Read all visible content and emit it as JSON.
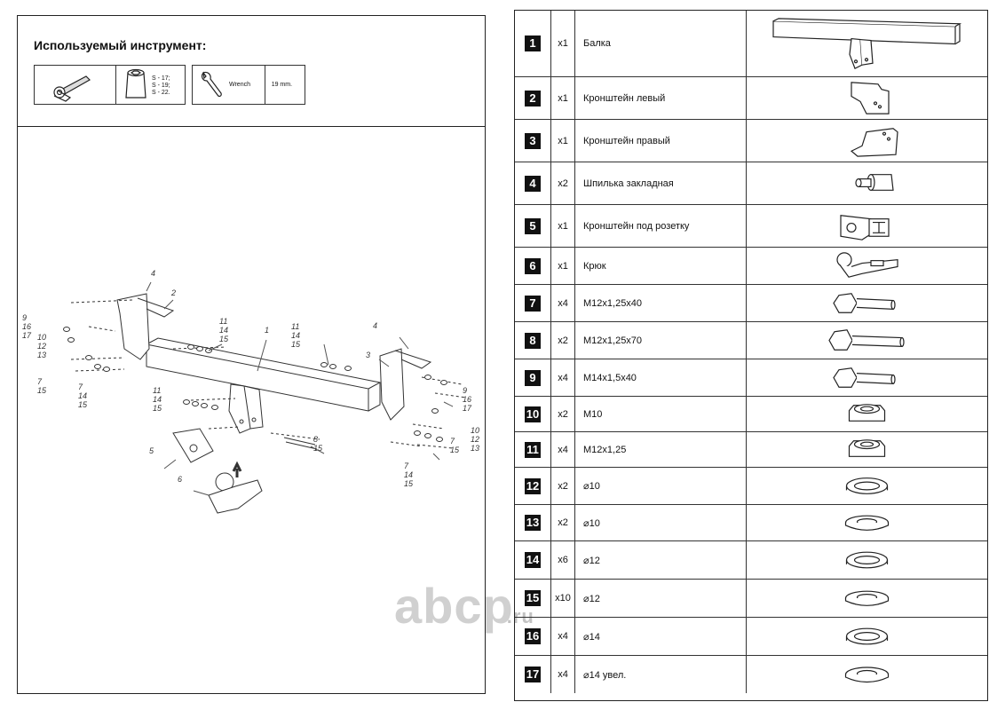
{
  "tools": {
    "title": "Используемый инструмент:",
    "socket_sizes": "S - 17;\nS - 19;\nS - 22.",
    "wrench_label": "Wrench",
    "wrench_size": "19 mm."
  },
  "diagram": {
    "callouts": [
      "4",
      "2",
      "9",
      "16",
      "17",
      "10",
      "12",
      "13",
      "7",
      "15",
      "7",
      "14",
      "15",
      "11",
      "14",
      "15",
      "1",
      "11",
      "14",
      "15",
      "4",
      "3",
      "9",
      "16",
      "17",
      "10",
      "12",
      "13",
      "7",
      "15",
      "7",
      "14",
      "15",
      "11",
      "14",
      "15",
      "8",
      "15",
      "5",
      "6"
    ]
  },
  "watermark": {
    "main": "abcp",
    "suffix": ".ru"
  },
  "parts": [
    {
      "num": "1",
      "qty": "x1",
      "name": "Балка",
      "icon": "beam-icon"
    },
    {
      "num": "2",
      "qty": "x1",
      "name": "Кронштейн левый",
      "icon": "bracket-left-icon"
    },
    {
      "num": "3",
      "qty": "x1",
      "name": "Кронштейн правый",
      "icon": "bracket-right-icon"
    },
    {
      "num": "4",
      "qty": "x2",
      "name": "Шпилька закладная",
      "icon": "stud-icon"
    },
    {
      "num": "5",
      "qty": "x1",
      "name": "Кронштейн под розетку",
      "icon": "socket-bracket-icon"
    },
    {
      "num": "6",
      "qty": "x1",
      "name": "Крюк",
      "icon": "hook-icon"
    },
    {
      "num": "7",
      "qty": "x4",
      "name": "M12x1,25x40",
      "icon": "bolt-icon"
    },
    {
      "num": "8",
      "qty": "x2",
      "name": "M12x1,25x70",
      "icon": "bolt-long-icon"
    },
    {
      "num": "9",
      "qty": "x4",
      "name": "M14x1,5x40",
      "icon": "bolt-icon"
    },
    {
      "num": "10",
      "qty": "x2",
      "name": "M10",
      "icon": "nut-icon"
    },
    {
      "num": "11",
      "qty": "x4",
      "name": "M12x1,25",
      "icon": "nut-icon"
    },
    {
      "num": "12",
      "qty": "x2",
      "name": "⌀10",
      "icon": "spring-washer-icon"
    },
    {
      "num": "13",
      "qty": "x2",
      "name": "⌀10",
      "icon": "flat-washer-icon"
    },
    {
      "num": "14",
      "qty": "x6",
      "name": "⌀12",
      "icon": "spring-washer-icon"
    },
    {
      "num": "15",
      "qty": "x10",
      "name": "⌀12",
      "icon": "flat-washer-icon"
    },
    {
      "num": "16",
      "qty": "x4",
      "name": "⌀14",
      "icon": "spring-washer-icon"
    },
    {
      "num": "17",
      "qty": "x4",
      "name": "⌀14 увел.",
      "icon": "flat-washer-icon"
    }
  ]
}
